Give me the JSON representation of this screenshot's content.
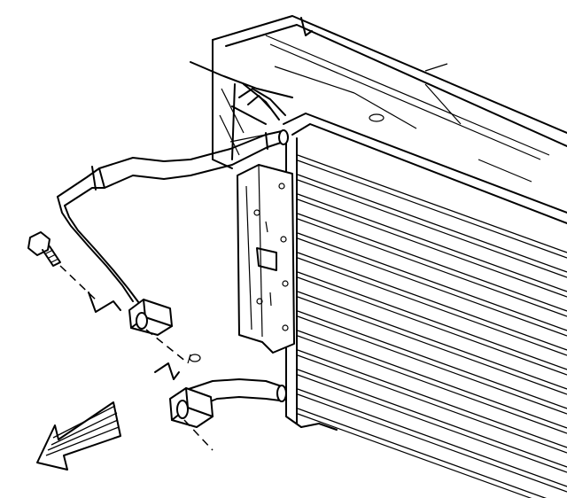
{
  "diagram": {
    "parts": [
      {
        "id": "radiator-frame",
        "icon": "radiator-frame"
      },
      {
        "id": "condenser-core",
        "icon": "condenser"
      },
      {
        "id": "mounting-bracket",
        "icon": "bracket"
      },
      {
        "id": "upper-line",
        "icon": "refrigerant-line"
      },
      {
        "id": "lower-line",
        "icon": "refrigerant-line"
      },
      {
        "id": "bolt",
        "icon": "bolt"
      },
      {
        "id": "o-ring",
        "icon": "o-ring"
      },
      {
        "id": "fitting-block",
        "icon": "fitting"
      }
    ],
    "direction_arrow": {
      "icon": "arrow-down-left-icon"
    },
    "colors": {
      "ink": "#000000",
      "paper": "#ffffff"
    }
  }
}
